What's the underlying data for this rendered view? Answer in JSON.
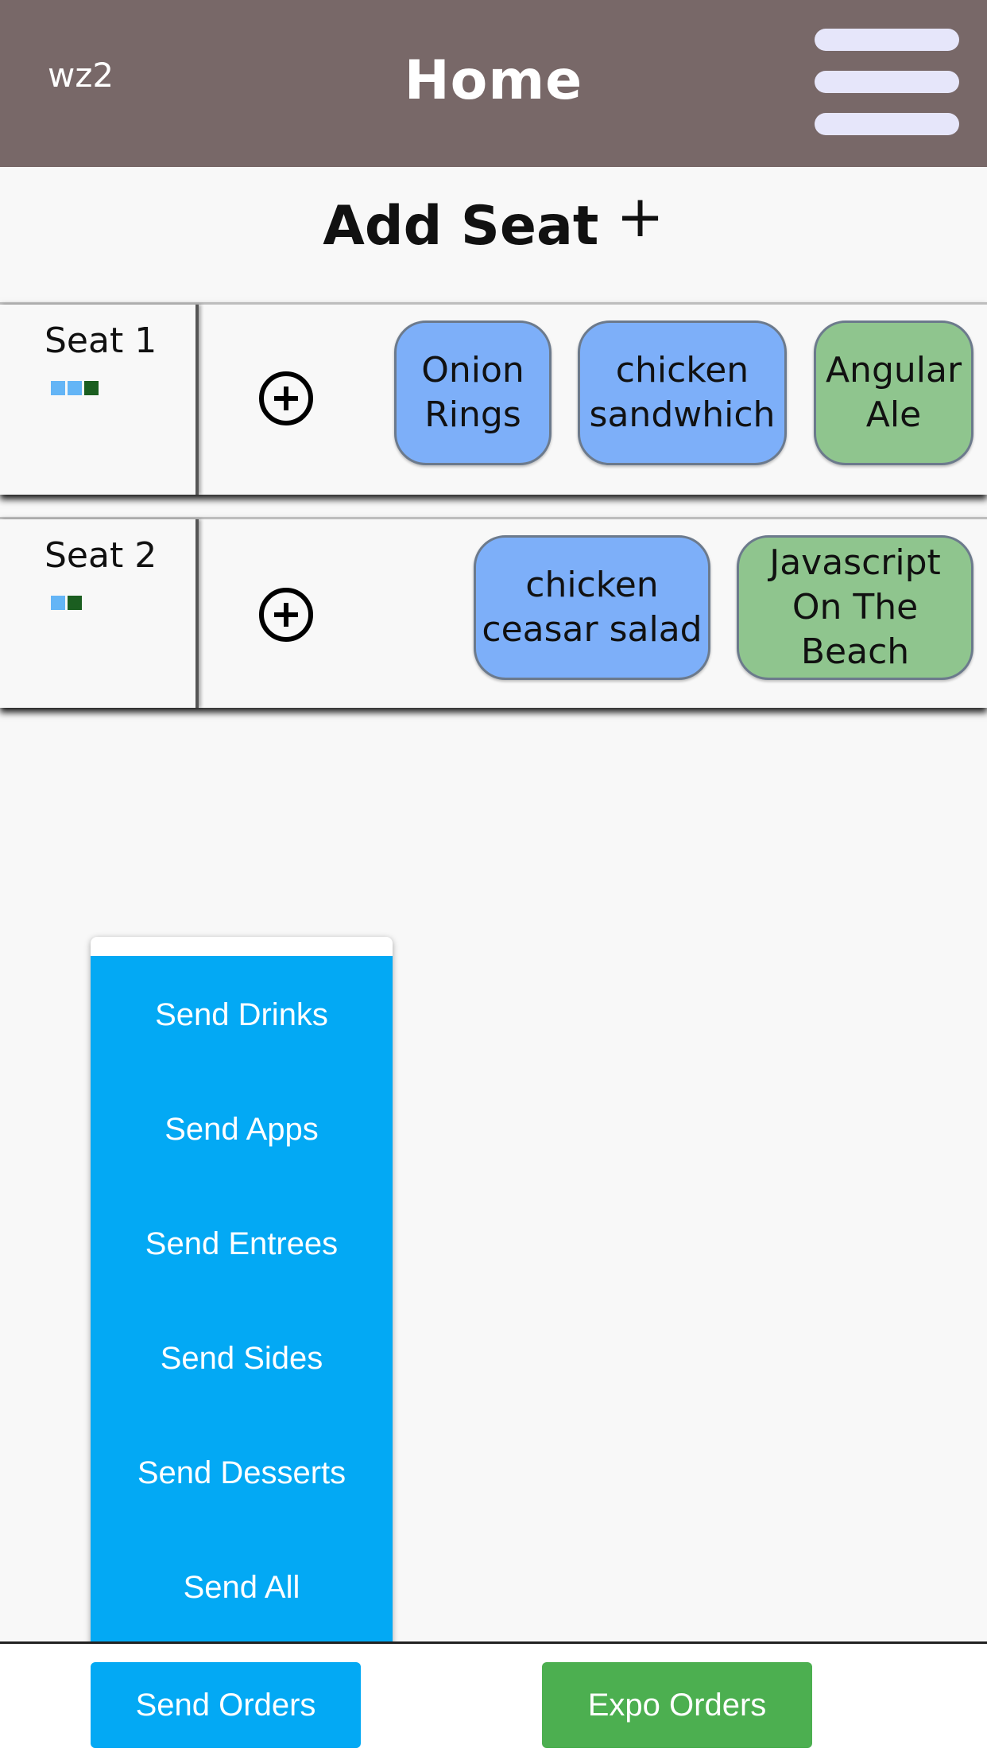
{
  "header": {
    "user": "wz2",
    "title": "Home",
    "menu_icon": "hamburger-menu-icon"
  },
  "add_seat": {
    "label": "Add Seat",
    "icon": "+"
  },
  "seats": [
    {
      "label": "Seat 1",
      "indicators": [
        "#64b5f6",
        "#64b5f6",
        "#1b5e20"
      ],
      "items": [
        {
          "line1": "Onion",
          "line2": "Rings",
          "type": "food"
        },
        {
          "line1": "chicken",
          "line2": "sandwhich",
          "type": "food"
        },
        {
          "line1": "Angular",
          "line2": "Ale",
          "type": "drink"
        }
      ]
    },
    {
      "label": "Seat 2",
      "indicators": [
        "#64b5f6",
        "#1b5e20"
      ],
      "items": [
        {
          "line1": "chicken",
          "line2": "ceasar salad",
          "type": "food"
        },
        {
          "line1": "Javascript",
          "line2": "On The",
          "line3": "Beach",
          "type": "drink"
        }
      ]
    }
  ],
  "send_menu": {
    "items": [
      "Send Drinks",
      "Send Apps",
      "Send Entrees",
      "Send Sides",
      "Send Desserts",
      "Send All"
    ]
  },
  "footer": {
    "send_orders": "Send Orders",
    "expo_orders": "Expo Orders"
  },
  "colors": {
    "header": "#786868",
    "food": "#7daff9",
    "drink": "#8fc58e",
    "send": "#03a9f4",
    "expo": "#4caf50"
  }
}
